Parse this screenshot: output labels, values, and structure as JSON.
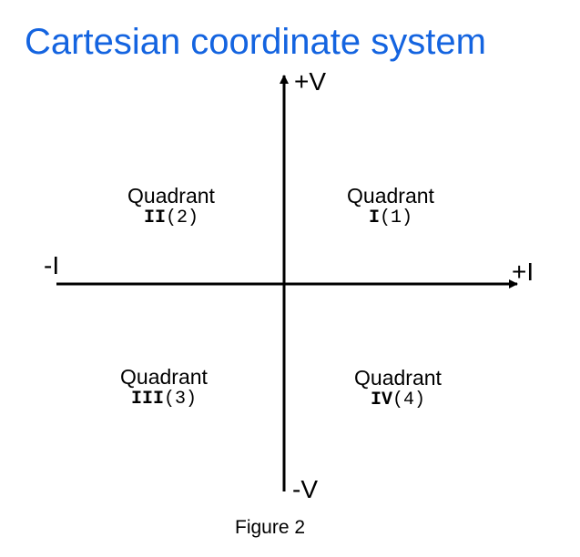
{
  "title": "Cartesian coordinate system",
  "colors": {
    "title": "#1464e0",
    "axes": "#000000",
    "text": "#000000",
    "background": "#ffffff"
  },
  "axes": {
    "vertical_positive": "+V",
    "vertical_negative": "-V",
    "horizontal_positive": "+I",
    "horizontal_negative": "-I"
  },
  "quadrants": [
    {
      "name": "Quadrant",
      "roman": "I",
      "number": "(1)"
    },
    {
      "name": "Quadrant",
      "roman": "II",
      "number": "(2)"
    },
    {
      "name": "Quadrant",
      "roman": "III",
      "number": "(3)"
    },
    {
      "name": "Quadrant",
      "roman": "IV",
      "number": "(4)"
    }
  ],
  "caption": "Figure 2"
}
